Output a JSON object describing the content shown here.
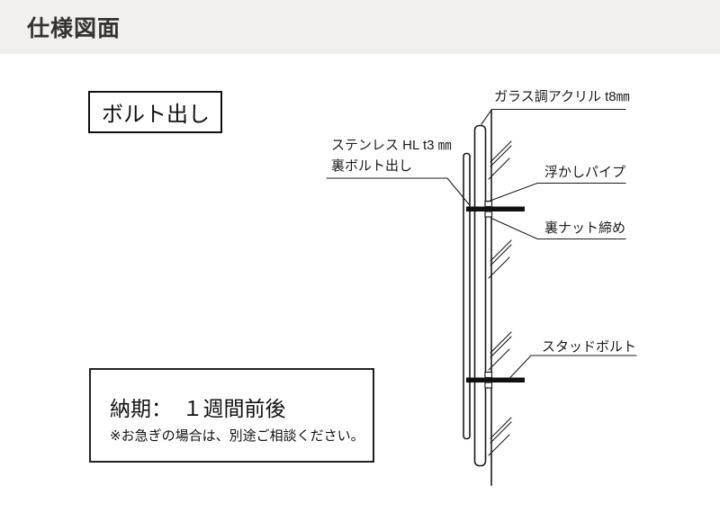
{
  "header": {
    "title": "仕様図面",
    "bg_color": "#F2F0EC",
    "text_color": "#333333"
  },
  "method_box": {
    "label": "ボルト出し"
  },
  "diagram": {
    "line_color": "#1a1a1a",
    "labels": {
      "acrylic": "ガラス調アクリル t8㎜",
      "stainless_line1": "ステンレス HL t3 ㎜",
      "stainless_line2": "裏ボルト出し",
      "pipe": "浮かしパイプ",
      "nut": "裏ナット締め",
      "stud": "スタッドボルト"
    }
  },
  "delivery_box": {
    "title": "納期：　１週間前後",
    "note": "※お急ぎの場合は、別途ご相談ください。"
  }
}
